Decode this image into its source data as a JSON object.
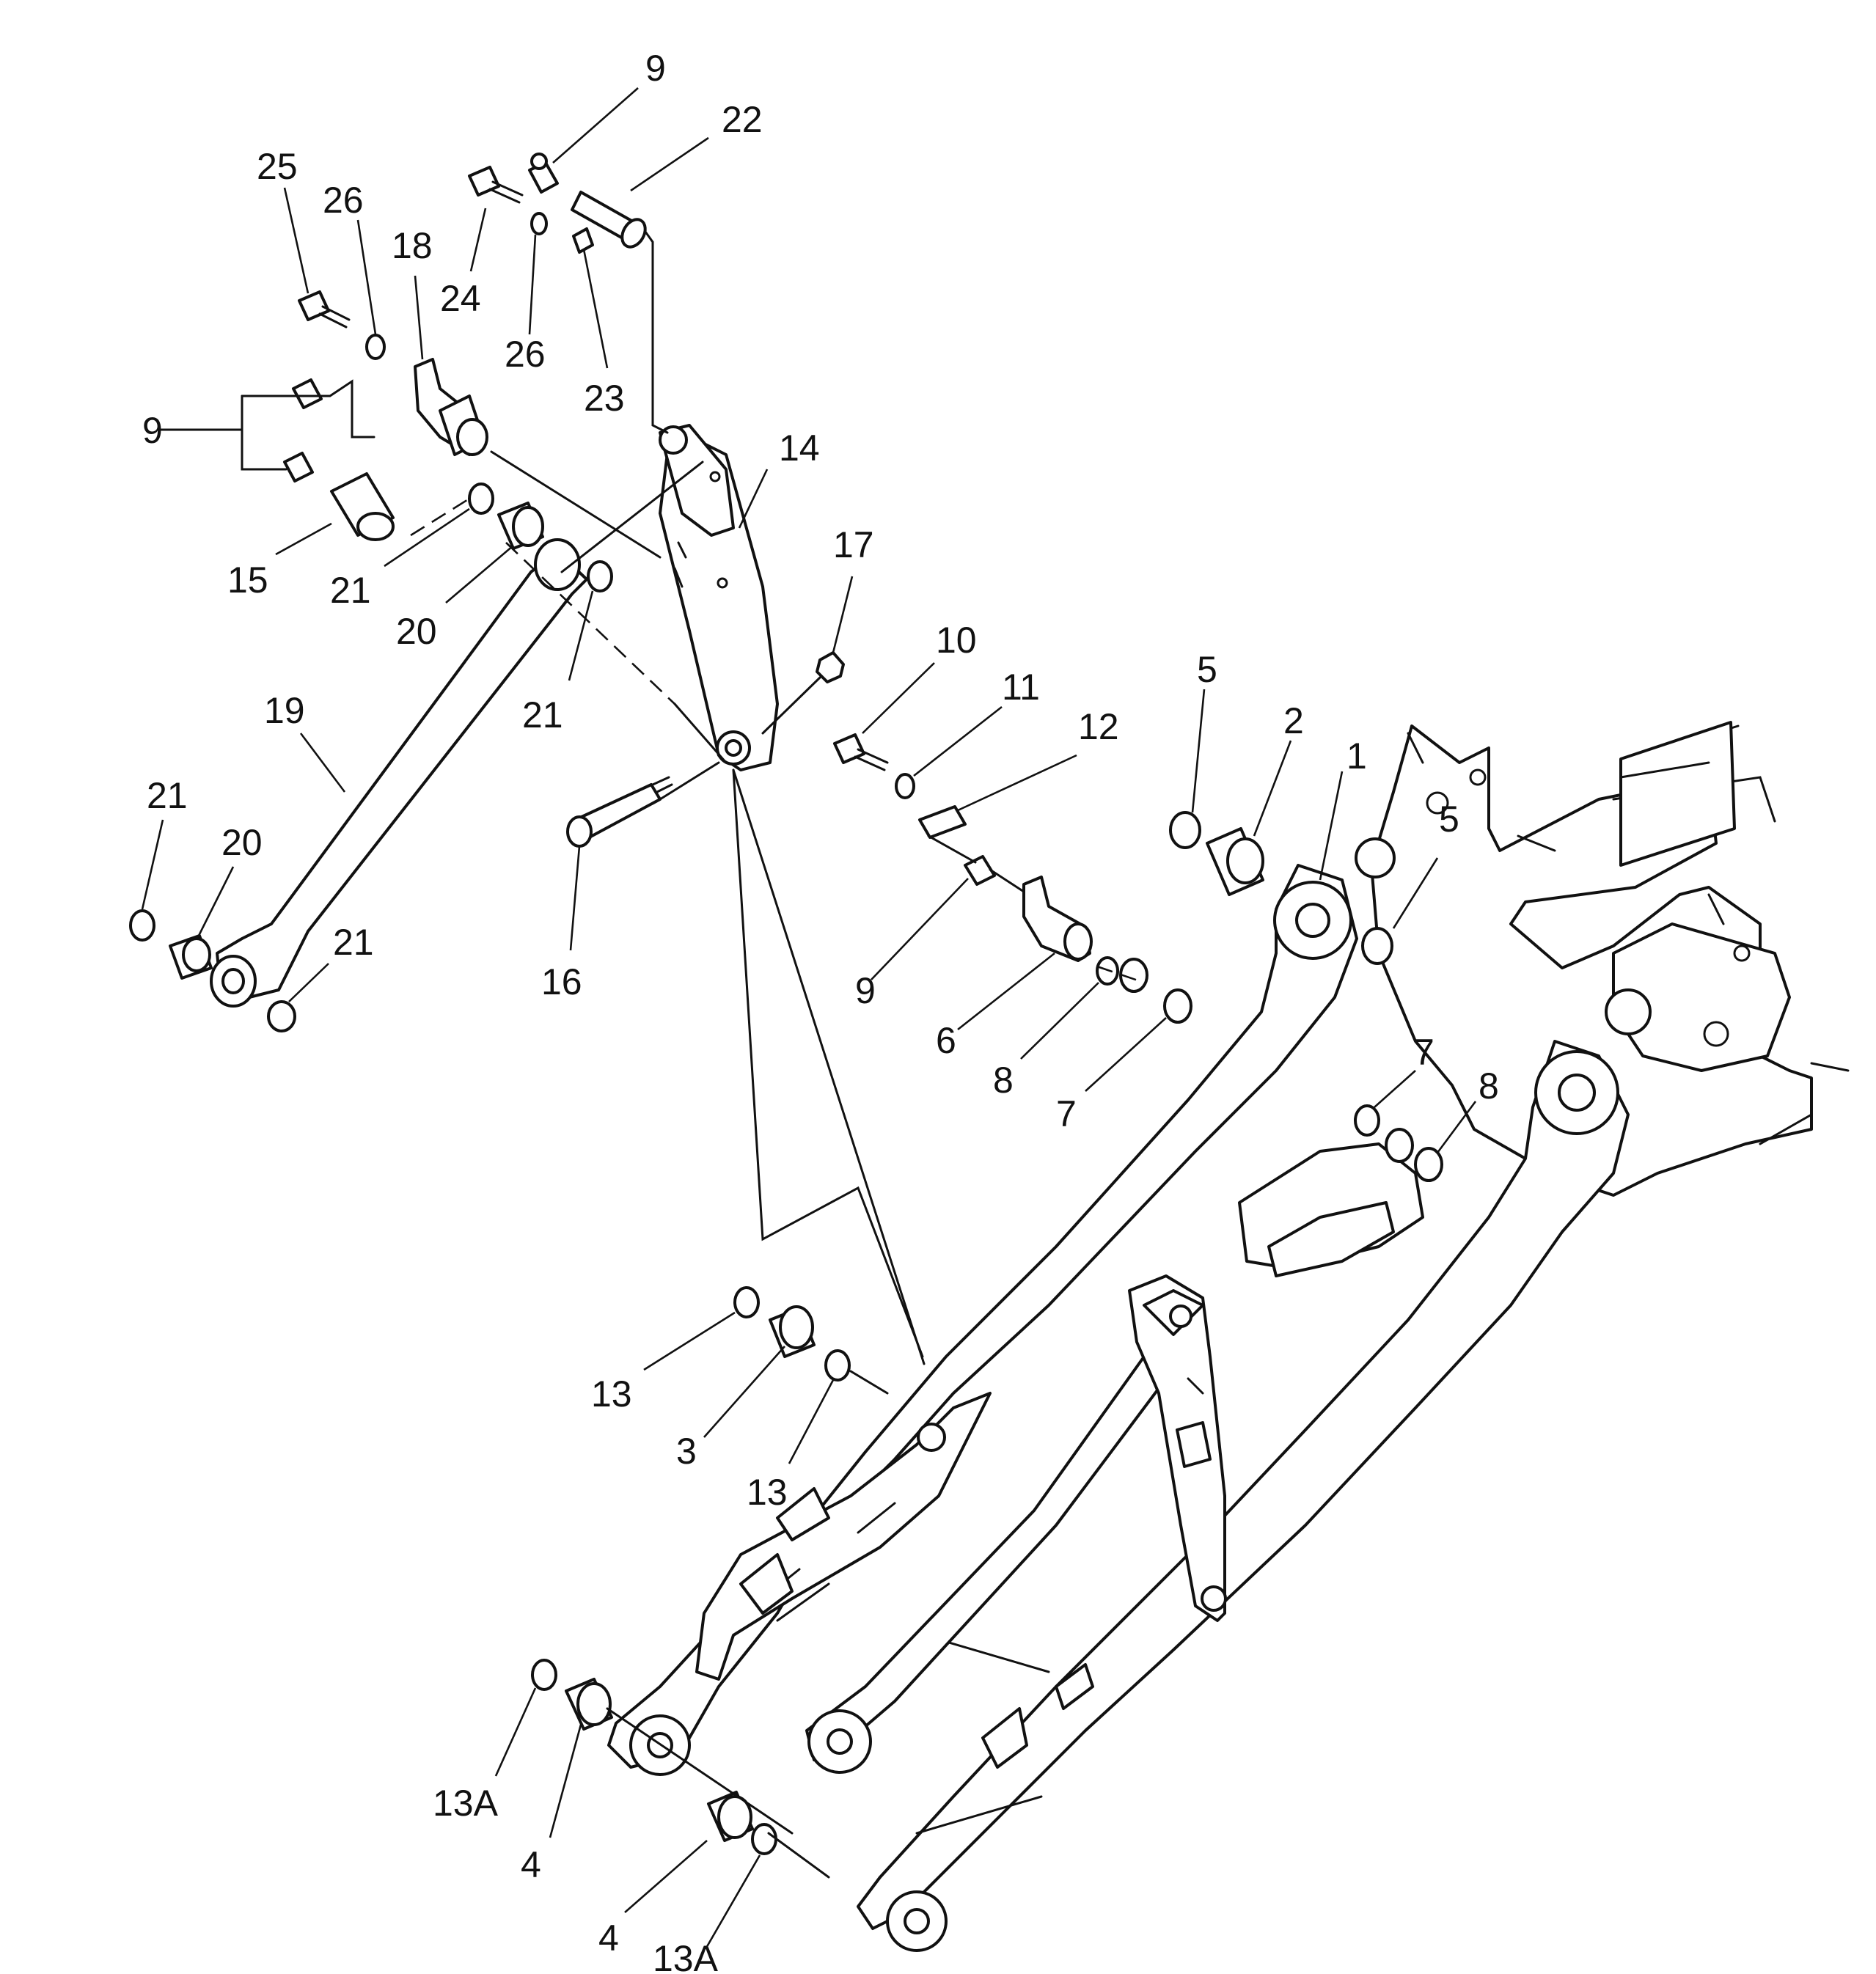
{
  "diagram": {
    "callouts": [
      "9",
      "22",
      "25",
      "26",
      "18",
      "24",
      "26",
      "23",
      "9",
      "14",
      "15",
      "21",
      "20",
      "17",
      "21",
      "19",
      "10",
      "11",
      "12",
      "5",
      "2",
      "1",
      "5",
      "21",
      "20",
      "21",
      "16",
      "9",
      "6",
      "8",
      "7",
      "7",
      "8",
      "13",
      "3",
      "13",
      "13A",
      "4",
      "4",
      "13A"
    ]
  }
}
